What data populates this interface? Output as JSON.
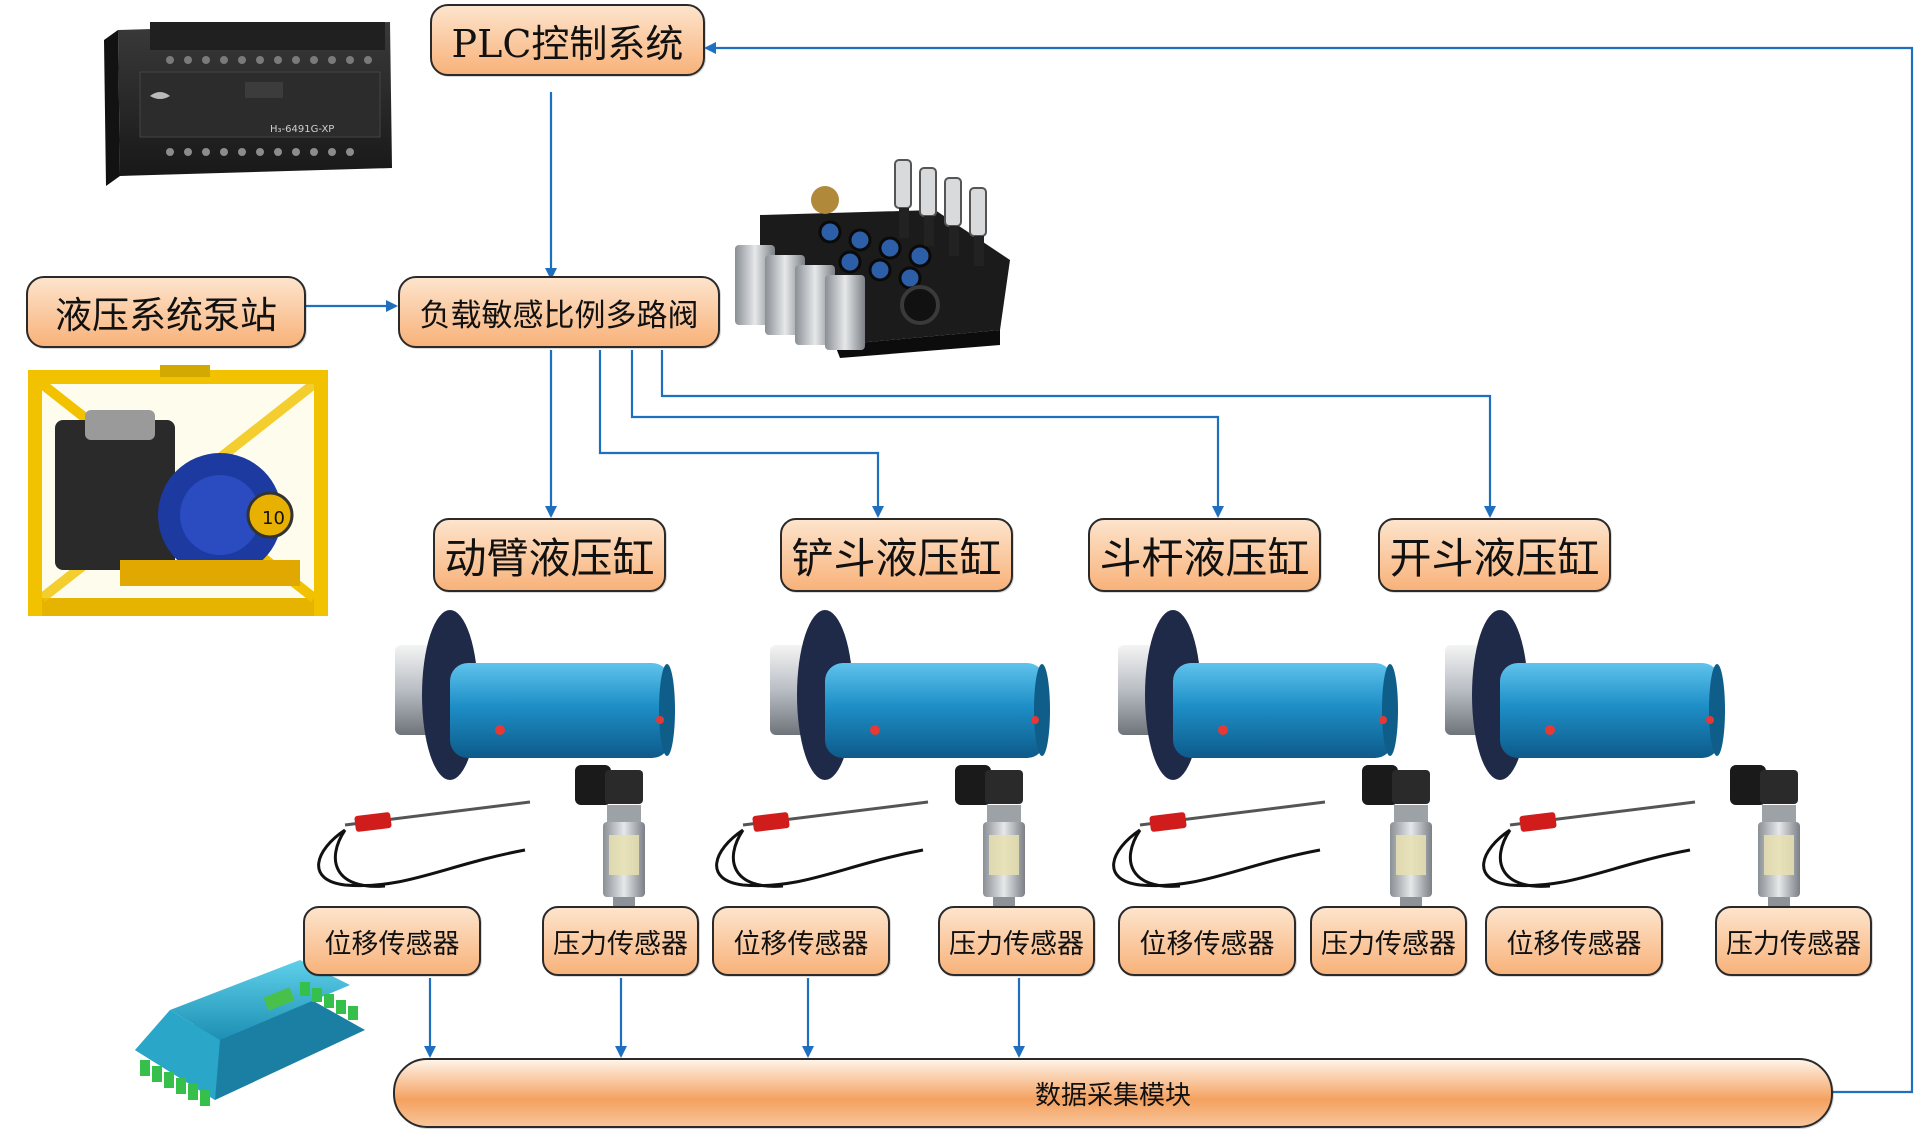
{
  "nodes": {
    "plc": "PLC控制系统",
    "pump_station": "液压系统泵站",
    "valve": "负载敏感比例多路阀",
    "cylinders": [
      "动臂液压缸",
      "铲斗液压缸",
      "斗杆液压缸",
      "开斗液压缸"
    ],
    "sensors": [
      "位移传感器",
      "压力传感器",
      "位移传感器",
      "压力传感器",
      "位移传感器",
      "压力传感器",
      "位移传感器",
      "压力传感器"
    ],
    "daq": "数据采集模块"
  },
  "device_labels": {
    "plc_model": "H₃-6491G-XP",
    "pump_number": "10"
  },
  "colors": {
    "arrow": "#1f6fc0",
    "node_border": "#2a2a2a",
    "node_fill_top": "#fde4cc",
    "node_fill_bottom": "#f8b27a",
    "cylinder_body": "#1e8fc7",
    "plc_body": "#262626",
    "pump_frame": "#f2c200",
    "valve_body": "#1b1b1b",
    "daq_body": "#29b4d6"
  },
  "icons": [
    "plc-controller-icon",
    "multiway-valve-icon",
    "pump-station-icon",
    "hydraulic-cylinder-icon",
    "displacement-sensor-icon",
    "pressure-sensor-icon",
    "daq-module-icon"
  ]
}
